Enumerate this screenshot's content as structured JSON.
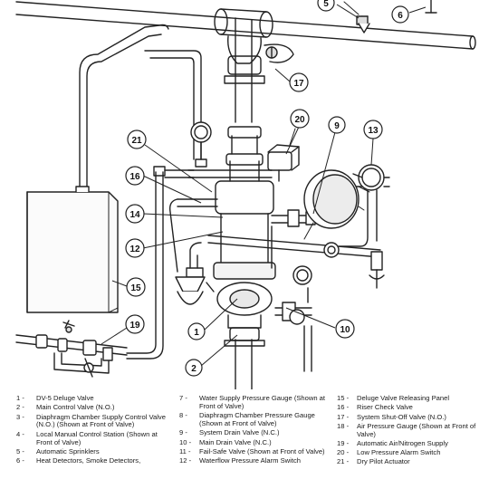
{
  "callouts": [
    {
      "id": "c5",
      "label": "5"
    },
    {
      "id": "c6",
      "label": "6"
    },
    {
      "id": "c17",
      "label": "17"
    },
    {
      "id": "c20",
      "label": "20"
    },
    {
      "id": "c9",
      "label": "9"
    },
    {
      "id": "c13",
      "label": "13"
    },
    {
      "id": "c21",
      "label": "21"
    },
    {
      "id": "c16",
      "label": "16"
    },
    {
      "id": "c14",
      "label": "14"
    },
    {
      "id": "c12",
      "label": "12"
    },
    {
      "id": "c15",
      "label": "15"
    },
    {
      "id": "c19",
      "label": "19"
    },
    {
      "id": "c1",
      "label": "1"
    },
    {
      "id": "c10",
      "label": "10"
    },
    {
      "id": "c2",
      "label": "2"
    }
  ],
  "legend": {
    "col1": [
      {
        "num": "1",
        "dash": "-",
        "text": "DV-5 Deluge Valve"
      },
      {
        "num": "2",
        "dash": "-",
        "text": "Main Control Valve (N.O.)"
      },
      {
        "num": "3",
        "dash": "-",
        "text": "Diaphragm Chamber Supply Control Valve (N.O.) (Shown at Front of Valve)"
      },
      {
        "num": "4",
        "dash": "-",
        "text": "Local Manual Control Station (Shown at Front of Valve)"
      },
      {
        "num": "5",
        "dash": "-",
        "text": "Automatic Sprinklers"
      },
      {
        "num": "6",
        "dash": "-",
        "text": "Heat Detectors, Smoke Detectors,"
      }
    ],
    "col2": [
      {
        "num": "7",
        "dash": "-",
        "text": "Water Supply Pressure Gauge (Shown at Front of Valve)"
      },
      {
        "num": "8",
        "dash": "-",
        "text": "Diaphragm Chamber Pressure Gauge (Shown at Front of Valve)"
      },
      {
        "num": "9",
        "dash": "-",
        "text": "System Drain Valve (N.C.)"
      },
      {
        "num": "10",
        "dash": "-",
        "text": "Main Drain Valve (N.C.)"
      },
      {
        "num": "11",
        "dash": "-",
        "text": "Fail-Safe Valve (Shown at Front of Valve)"
      },
      {
        "num": "12",
        "dash": "-",
        "text": "Waterflow Pressure Alarm Switch"
      }
    ],
    "col3": [
      {
        "num": "15",
        "dash": "-",
        "text": "Deluge Valve Releasing Panel"
      },
      {
        "num": "16",
        "dash": "-",
        "text": "Riser Check Valve"
      },
      {
        "num": "17",
        "dash": "-",
        "text": "System Shut-Off Valve (N.O.)"
      },
      {
        "num": "18",
        "dash": "-",
        "text": "Air Pressure Gauge (Shown at Front of Valve)"
      },
      {
        "num": "19",
        "dash": "-",
        "text": "Automatic Air/Nitrogen Supply"
      },
      {
        "num": "20",
        "dash": "-",
        "text": "Low Pressure Alarm Switch"
      },
      {
        "num": "21",
        "dash": "-",
        "text": "Dry Pilot Actuator"
      }
    ]
  }
}
